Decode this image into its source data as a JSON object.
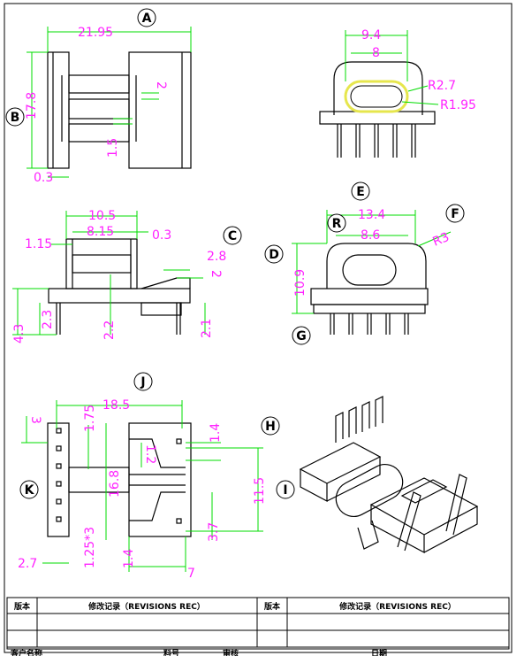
{
  "views": {
    "a": {
      "label": "A",
      "dims": {
        "width": "21.95",
        "height": "17.8",
        "gap": "2",
        "slot": "1.5",
        "flange": "0.3"
      }
    },
    "b": {
      "label": "B"
    },
    "c": {
      "label": "C",
      "dims": {
        "w_outer": "10.5",
        "w_inner": "8.15",
        "left_step": "1.15",
        "right_step": "0.3",
        "pin_off": "2.8",
        "pin_gap": "2",
        "base_h": "4.3",
        "pin_a": "2.3",
        "pin_b": "2.2",
        "pin_c": "2.1"
      }
    },
    "d": {
      "label": "D",
      "dims": {
        "height": "10.9"
      }
    },
    "e": {
      "label": "E"
    },
    "f": {
      "label": "F"
    },
    "g": {
      "label": "G"
    },
    "r": {
      "label": "R",
      "dims": {
        "w_outer": "13.4",
        "w_inner": "8.6",
        "radius": "R3"
      }
    },
    "top": {
      "dims": {
        "w_outer": "9.4",
        "w_inner": "8",
        "r_outer": "R2.7",
        "r_inner": "R1.95"
      }
    },
    "j": {
      "label": "J",
      "dims": {
        "width": "18.5",
        "top_left": "3",
        "pitch": "1.75",
        "slot": "1.2",
        "right_top": "1.4",
        "center": "16.8",
        "right_h": "11.5",
        "pins": "1.25*3",
        "right_bottom": "3.7",
        "left_bottom": "2.7",
        "bottom_a": "1.4",
        "bottom_b": "7"
      }
    },
    "h": {
      "label": "H"
    },
    "i": {
      "label": "I"
    },
    "k": {
      "label": "K"
    }
  },
  "revisions_table": {
    "col_version": "版本",
    "col_record": "修改记录（REVISIONS REC）",
    "col_version2": "版本",
    "col_record2": "修改记录（REVISIONS REC）"
  },
  "footer": {
    "cells": [
      "客户名称",
      "料号",
      "审核",
      "日期"
    ]
  },
  "colors": {
    "line": "#000000",
    "dimension": "#00dd00",
    "text": "#ff22ff",
    "highlight": "#ffff66"
  }
}
